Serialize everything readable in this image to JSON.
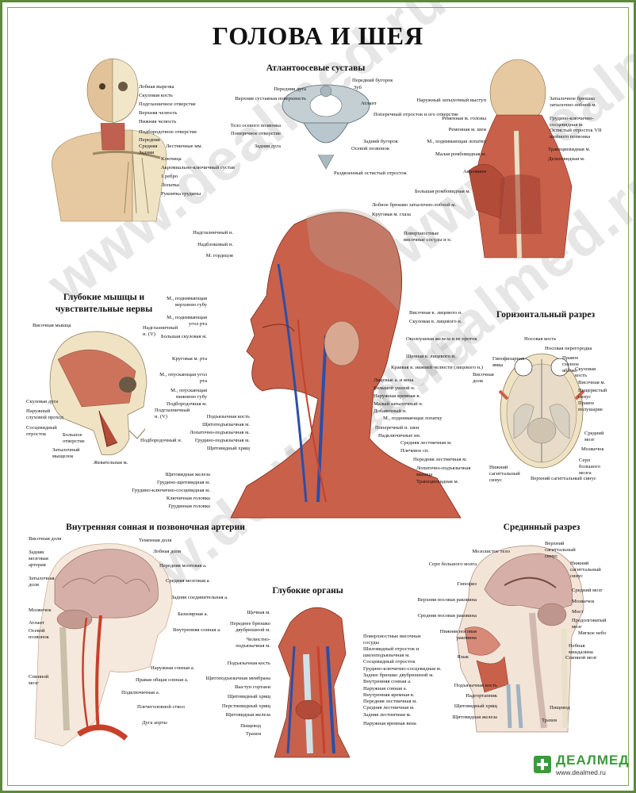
{
  "title": "ГОЛОВА И ШЕЯ",
  "watermark": "www.dealmed.ru",
  "logo": {
    "name": "ДЕАЛМЕД",
    "url": "www.dealmed.ru",
    "color": "#3c9a3c"
  },
  "colors": {
    "border": "#5a8a3a",
    "muscle": "#c8604a",
    "muscle_dark": "#9a3b2c",
    "skin": "#e8c79a",
    "bone": "#efe3c4",
    "artery": "#c8402a",
    "vein": "#2a4fa8",
    "brain": "#d6b0a8",
    "cartilage": "#b9c7cf"
  },
  "panels": {
    "skeleton": {
      "labels": [
        "Лобная вырезка",
        "Скуловая кость",
        "Подглазничное отверстие",
        "Верхняя челюсть",
        "Нижняя челюсть",
        "Подбородочное отверстие",
        "Передняя",
        "Средняя",
        "Задняя",
        "Лестничные мм.",
        "Ключица",
        "Акромиально-ключичный сустав",
        "1 ребро",
        "Лопатка",
        "Рукоятка грудины"
      ]
    },
    "atlanto": {
      "heading": "Атлантоосевые суставы",
      "labels_left": [
        "Передняя дуга",
        "Верхняя суставная поверхность",
        "Тело осевого позвонка",
        "Поперечное отверстие",
        "Задняя дуга"
      ],
      "labels_right": [
        "Передний бугорок",
        "Зуб",
        "Атлант",
        "Поперечный отросток и его отверстие",
        "Задний бугорок",
        "Осевой позвонок",
        "Раздвоенный остистый отросток"
      ]
    },
    "back": {
      "labels": [
        "Наружный затылочный выступ",
        "Ременная м. головы",
        "Ременная м. шеи",
        "М., поднимающая лопатку",
        "Малая ромбовидная м.",
        "Акромион",
        "Затылочное брюшко затылочно-лобной м.",
        "Грудино-ключично-сосцевидная м.",
        "Остистый отросток VII шейного позвонка",
        "Трапециевидная м.",
        "Дельтовидная м.",
        "Большая ромбовидная м."
      ]
    },
    "center": {
      "labels_left": [
        "Надглазничный н.",
        "Надблоковый н.",
        "М. гордецов",
        "М., поднимающая верхнюю губу",
        "М., поднимающая угол рта",
        "Большая скуловая м.",
        "Круговая м. рта",
        "М., опускающая угол рта",
        "М., опускающая нижнюю губу",
        "Подбородочная м.",
        "Подъязычная кость",
        "Щитоподъязычная м.",
        "Лопаточно-подъязычная м.",
        "Грудино-подъязычная м.",
        "Щитовидный хрящ",
        "Щитовидная железа",
        "Грудино-щитовидная м.",
        "Грудино-ключично-сосцевидная м.",
        "Ключичная головка",
        "Грудинная головка"
      ],
      "labels_right": [
        "Лобное брюшко затылочно-лобной м.",
        "Круговая м. глаза",
        "Поверхностные височные сосуды и н.",
        "Височная в. лицевого н.",
        "Скуловая в. лицевого н.",
        "Околоушная железа и ее проток",
        "Щечная в. лицевого н.",
        "Краевая в. нижней челюсти (лицевого н.)",
        "Лицевые а. и вена",
        "Большой ушной н.",
        "Наружная яремная в.",
        "Малый затылочный н.",
        "Добавочный н.",
        "М., поднимающая лопатку",
        "Поперечный н. шеи",
        "Надключичные нн.",
        "Средняя лестничная м.",
        "Плечевое сп.",
        "Передняя лестничная м.",
        "Лопаточно-подъязычная мышца",
        "Трапециевидная м."
      ]
    },
    "deep_muscles": {
      "heading": "Глубокие мышцы и чувствительные нервы",
      "labels_left": [
        "Височная мышца",
        "Скуловая дуга",
        "Наружный слуховой проход",
        "Сосцевидный отросток",
        "Большое отверстие",
        "Затылочный мыщелок"
      ],
      "labels_right": [
        "Надглазничный н. (V)",
        "Подглазничный н. (V)",
        "Подбородочный н.",
        "Жевательная м."
      ]
    },
    "horizontal": {
      "heading": "Горизонтальный разрез",
      "labels_left": [
        "Гипофизарная ямка",
        "Височная доля",
        "Нижний сагиттальный синус"
      ],
      "labels_right": [
        "Носовая кость",
        "Носовая перегородка",
        "Правое глазное яблоко",
        "Скуловая кость",
        "Височная м.",
        "Пещеристый синус",
        "Правое полушарие",
        "Средний мозг",
        "Мозжечок",
        "Серп большого мозга",
        "Верхний сагиттальный синус"
      ]
    },
    "arteries": {
      "heading": "Внутренняя сонная и позвоночная артерии",
      "labels_left": [
        "Височная доля",
        "Задняя мозговая артерия",
        "Затылочная доля",
        "Мозжечок",
        "Атлант",
        "Осевой позвонок",
        "Спинной мозг"
      ],
      "labels_right": [
        "Теменная доля",
        "Лобная доля",
        "Передняя мозговая а.",
        "Средняя мозговая а.",
        "Задняя соединительная а.",
        "Базилярная а.",
        "Внутренняя сонная а.",
        "Наружная сонная а.",
        "Правая общая сонная а.",
        "Подключичная а.",
        "Плечеголовной ствол",
        "Дуга аорты"
      ]
    },
    "deep_organs": {
      "heading": "Глубокие органы",
      "labels_left": [
        "Щечная м.",
        "Переднее брюшко двубрюшной м.",
        "Челюстно-подъязычная м.",
        "Подъязычная кость",
        "Щитоподъязычная мембрана",
        "Выступ гортани",
        "Щитовидный хрящ",
        "Перстневидный хрящ",
        "Щитовидная железа",
        "Пищевод",
        "Трахея"
      ],
      "labels_right": [
        "Поверхностные височные сосуды",
        "Шиловидный отросток и шилоподъязычная м.",
        "Сосцевидный отросток",
        "Грудино-ключично-сосцевидная м.",
        "Заднее брюшко двубрюшной м.",
        "Внутренняя сонная а.",
        "Наружная сонная а.",
        "Внутренняя яремная в.",
        "Передняя лестничная м.",
        "Средняя лестничная м.",
        "Задняя лестничная м.",
        "Наружная яремная вена"
      ]
    },
    "median": {
      "heading": "Срединный разрез",
      "labels_left": [
        "Мозолистое тело",
        "Серп большого мозга",
        "Гипофиз",
        "Верхняя носовая раковина",
        "Средняя носовая раковина",
        "Нижняя носовая раковина",
        "Язык",
        "Подъязычная кость",
        "Надгортанник",
        "Щитовидный хрящ",
        "Щитовидная железа"
      ],
      "labels_right": [
        "Верхний сагиттальный синус",
        "Нижний сагиттальный синус",
        "Средний мозг",
        "Мозжечок",
        "Мост",
        "Продолговатый мозг",
        "Мягкое небо",
        "Небная миндалина",
        "Спинной мозг",
        "Пищевод",
        "Трахея"
      ]
    }
  }
}
